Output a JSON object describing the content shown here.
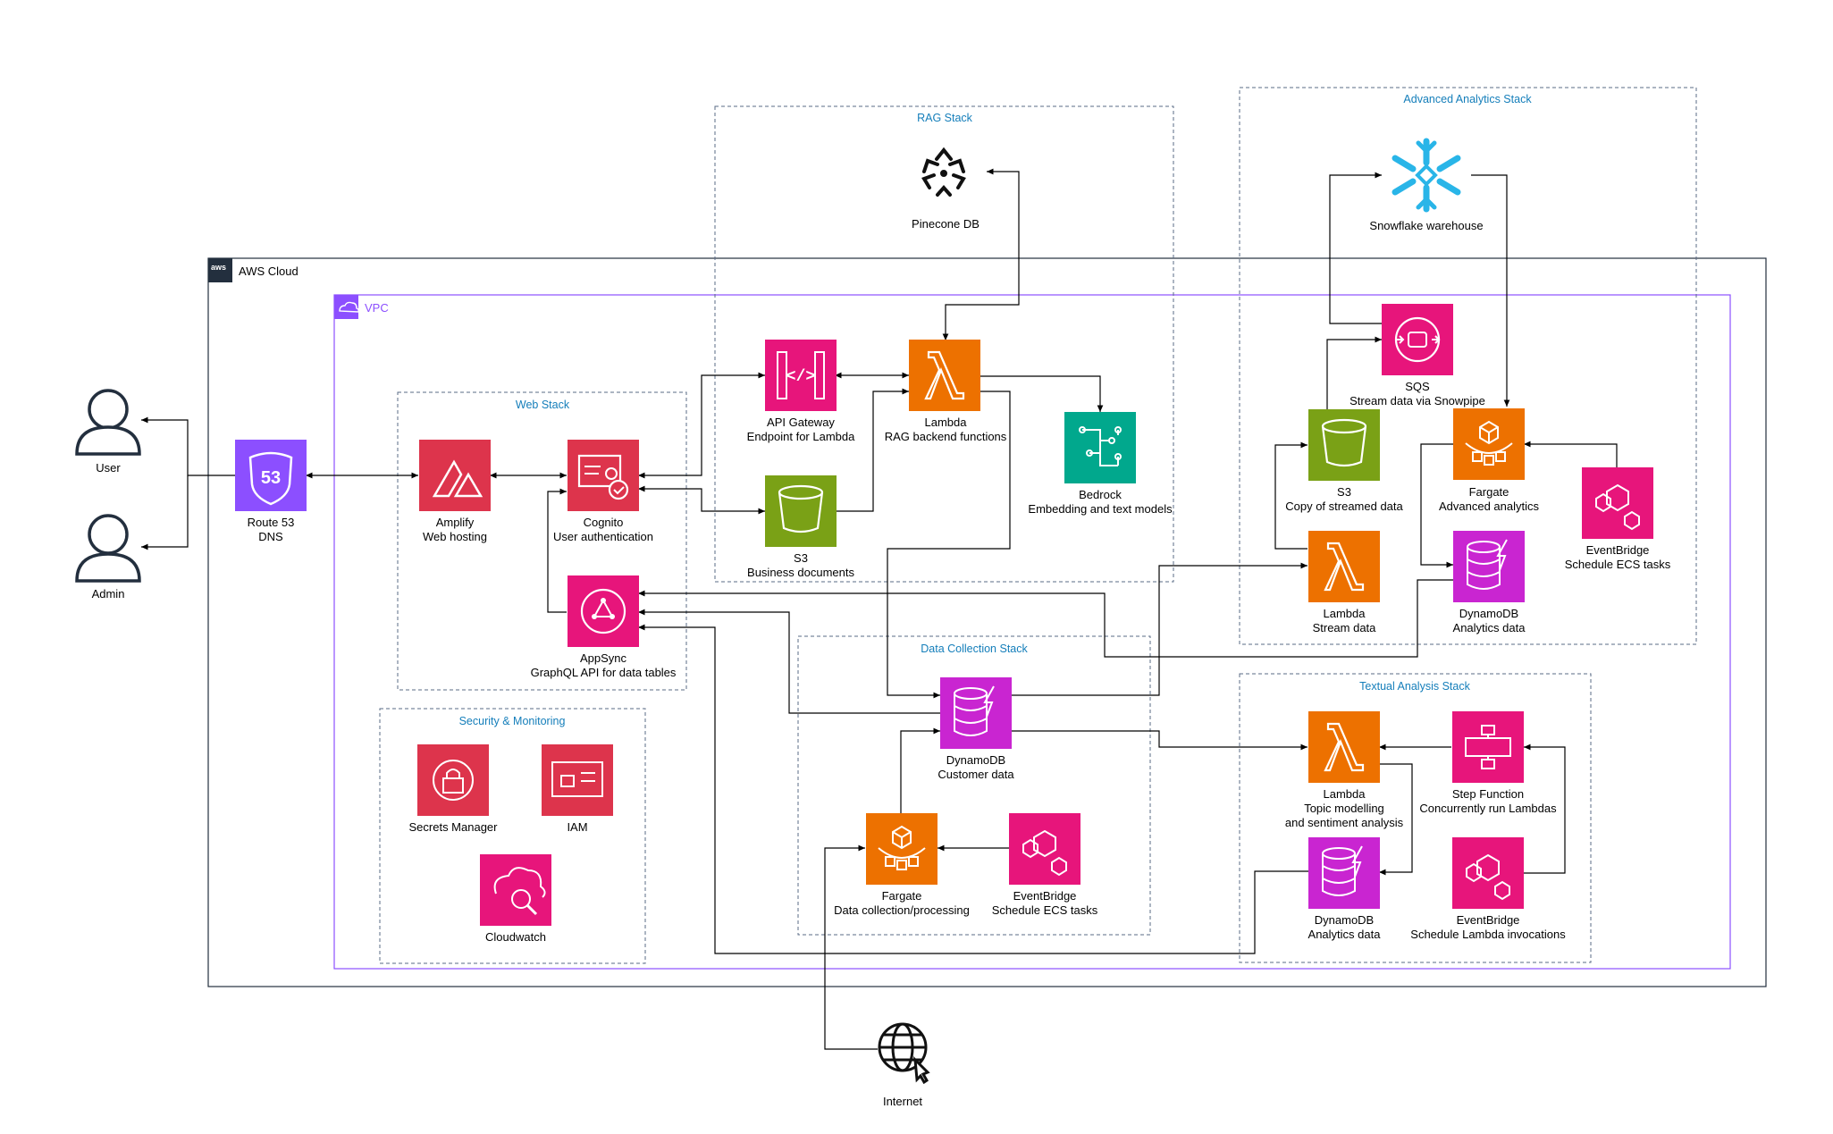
{
  "groups": {
    "aws_cloud": "AWS Cloud",
    "vpc": "VPC",
    "rag": "RAG Stack",
    "advanced": "Advanced Analytics Stack",
    "web": "Web Stack",
    "security": "Security & Monitoring",
    "data_collection": "Data Collection Stack",
    "textual": "Textual Analysis Stack"
  },
  "aws_logo": "aws",
  "nodes": {
    "user": [
      "User"
    ],
    "admin": [
      "Admin"
    ],
    "route53": [
      "Route 53",
      "DNS"
    ],
    "amplify": [
      "Amplify",
      "Web hosting"
    ],
    "cognito": [
      "Cognito",
      "User authentication"
    ],
    "appsync": [
      "AppSync",
      "GraphQL API for data tables"
    ],
    "api_gateway": [
      "API Gateway",
      "Endpoint for Lambda"
    ],
    "lambda_rag": [
      "Lambda",
      "RAG backend functions"
    ],
    "s3_business": [
      "S3",
      "Business documents"
    ],
    "bedrock": [
      "Bedrock",
      "Embedding and text models"
    ],
    "pinecone": [
      "Pinecone DB"
    ],
    "snowflake": [
      "Snowflake warehouse"
    ],
    "sqs": [
      "SQS",
      "Stream data via Snowpipe"
    ],
    "s3_stream": [
      "S3",
      "Copy of streamed data"
    ],
    "fargate_adv": [
      "Fargate",
      "Advanced analytics"
    ],
    "eventbridge_adv": [
      "EventBridge",
      "Schedule ECS tasks"
    ],
    "lambda_stream": [
      "Lambda",
      "Stream data"
    ],
    "dynamo_adv": [
      "DynamoDB",
      "Analytics data"
    ],
    "secrets": [
      "Secrets Manager"
    ],
    "iam": [
      "IAM"
    ],
    "cloudwatch": [
      "Cloudwatch"
    ],
    "dynamo_customer": [
      "DynamoDB",
      "Customer data"
    ],
    "fargate_dc": [
      "Fargate",
      "Data collection/processing"
    ],
    "eventbridge_dc": [
      "EventBridge",
      "Schedule ECS tasks"
    ],
    "lambda_topic": [
      "Lambda",
      "Topic modelling",
      "and sentiment analysis"
    ],
    "step_function": [
      "Step Function",
      "Concurrently run Lambdas"
    ],
    "dynamo_textual": [
      "DynamoDB",
      "Analytics data"
    ],
    "eventbridge_textual": [
      "EventBridge",
      "Schedule Lambda invocations"
    ],
    "internet": [
      "Internet"
    ]
  },
  "colors": {
    "compute": "#ED7100",
    "storage": "#7AA116",
    "security": "#DD344C",
    "integration": "#E7157B",
    "database": "#C925D1",
    "network": "#8C4FFF",
    "ml": "#01A88D",
    "snowflake": "#29B5E8"
  }
}
